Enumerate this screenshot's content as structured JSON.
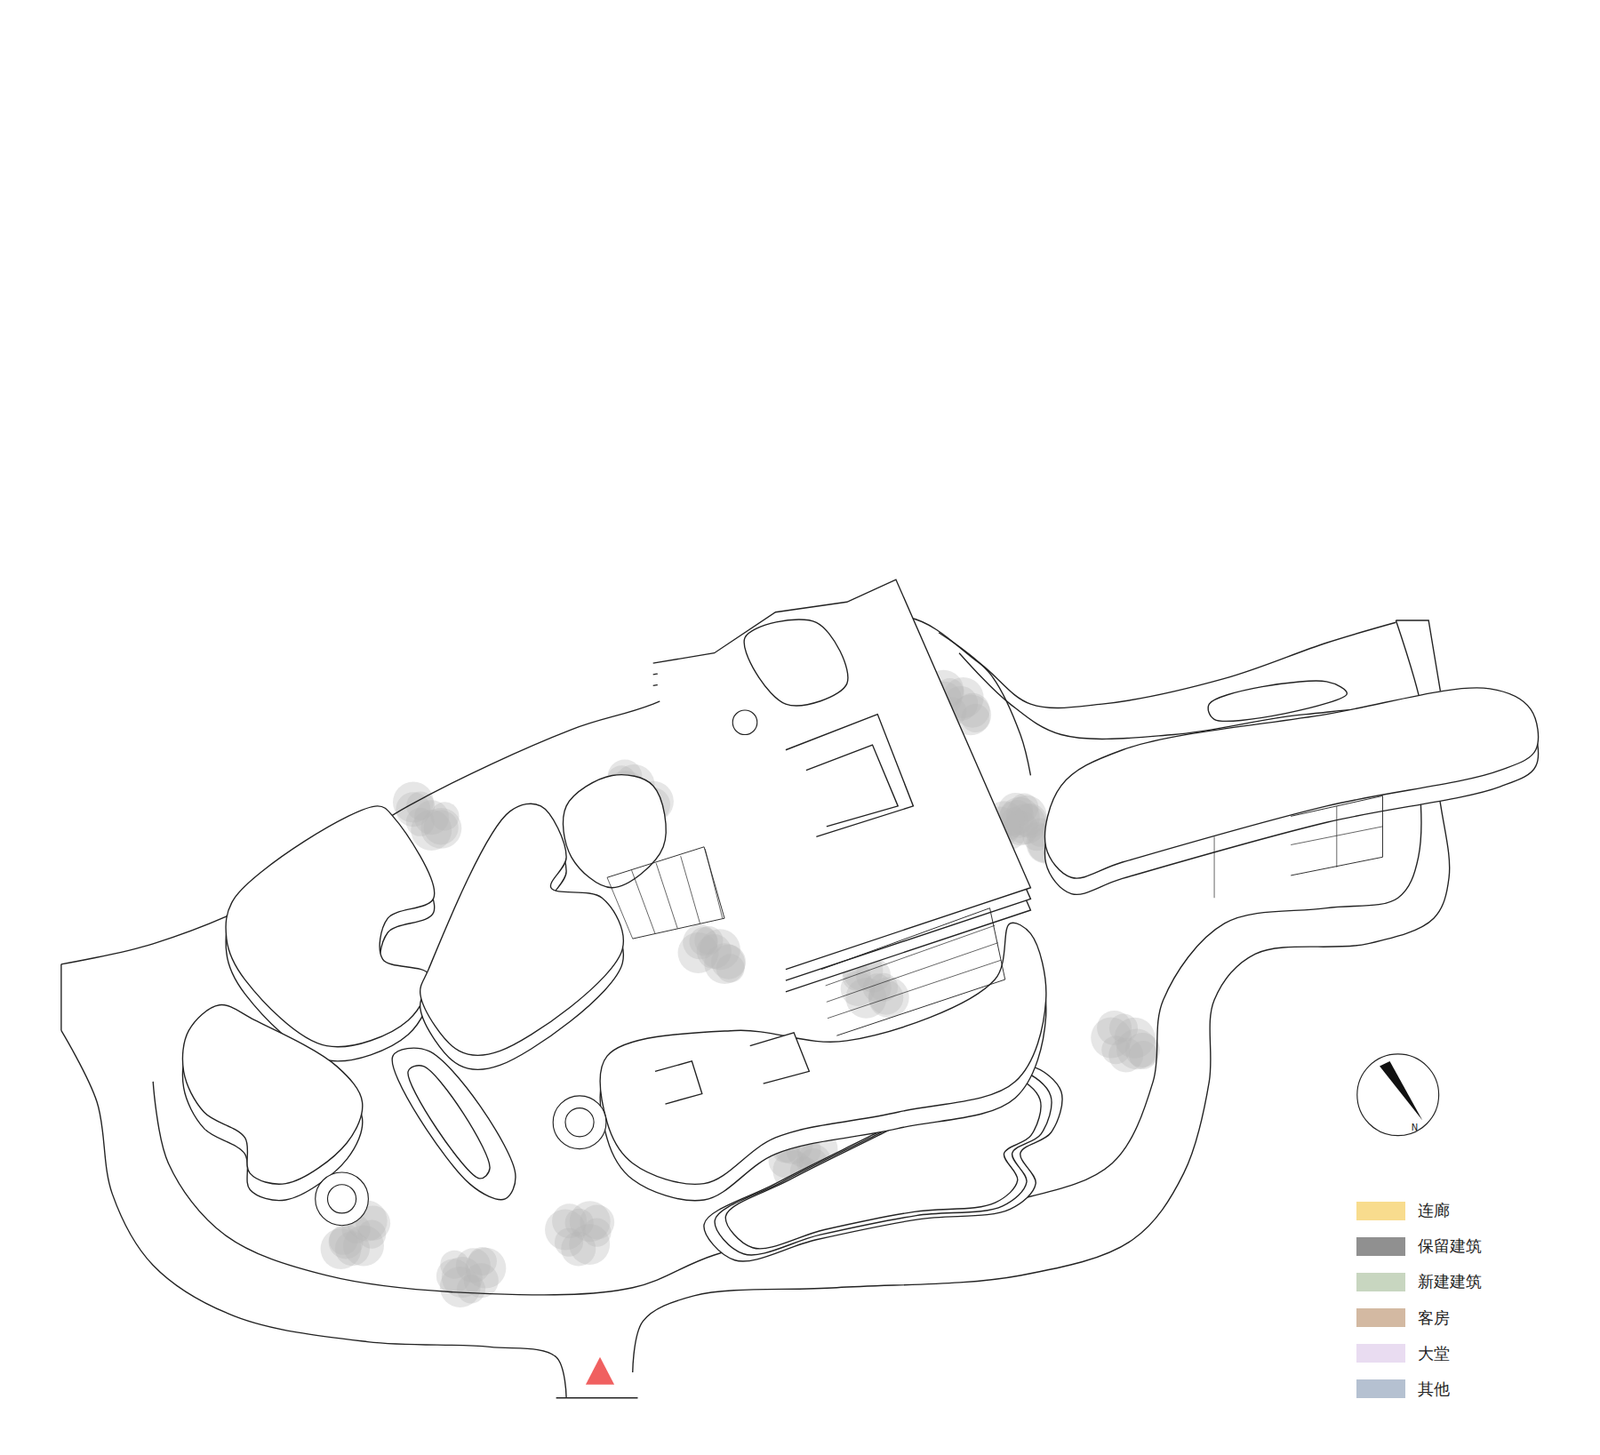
{
  "diagram": {
    "labels": [
      "N"
    ],
    "legend": [
      {
        "text": "连廊",
        "color": "#f8dc8e"
      },
      {
        "text": "保留建筑",
        "color": "#909090"
      },
      {
        "text": "新建建筑",
        "color": "#c8d6c0"
      },
      {
        "text": "客房",
        "color": "#d3b9a2"
      },
      {
        "text": "大堂",
        "color": "#e9dcf1"
      },
      {
        "text": "其他",
        "color": "#b5c1d1"
      }
    ]
  }
}
